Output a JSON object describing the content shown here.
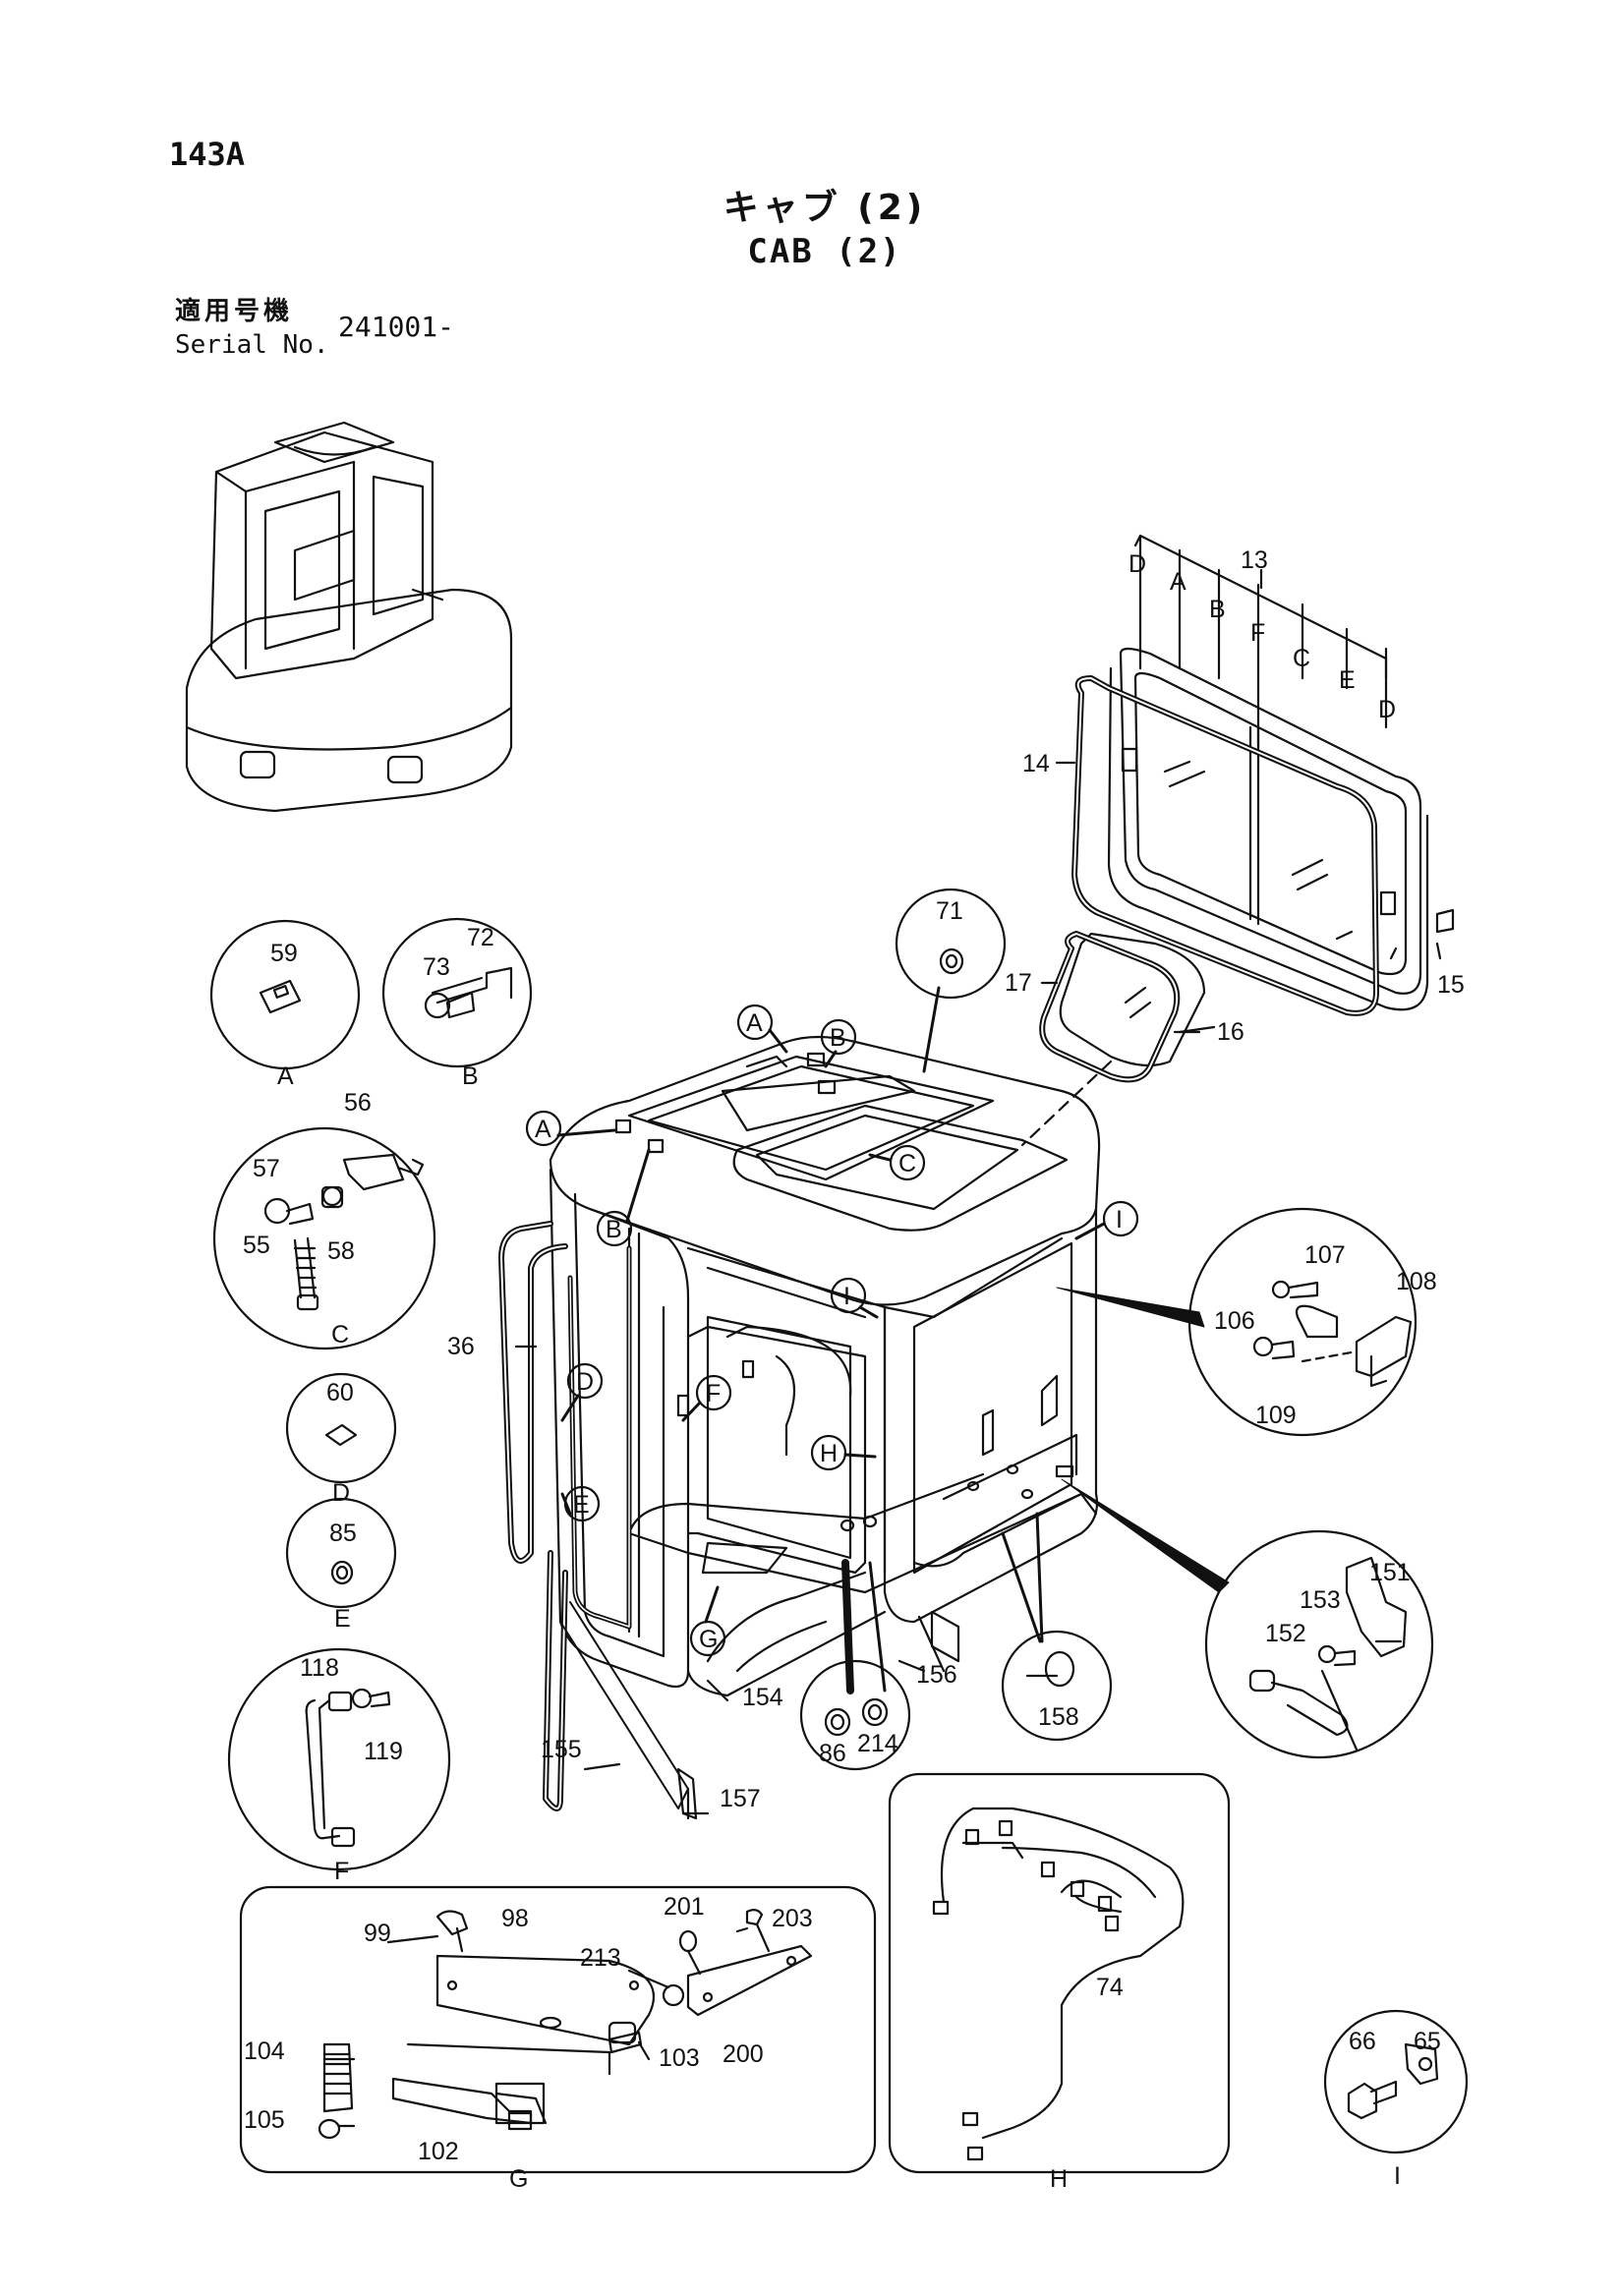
{
  "header": {
    "page_number": "143A",
    "title_jp": "キャブ (2)",
    "title_en": "CAB (2)",
    "serial_label_jp": "適用号機",
    "serial_label_en": "Serial No.",
    "serial_value": "241001-"
  },
  "callout_groups": {
    "A": {
      "letter": "A",
      "parts": [
        "59"
      ]
    },
    "B": {
      "letter": "B",
      "parts": [
        "73",
        "72"
      ]
    },
    "C": {
      "letter": "C",
      "parts": [
        "56",
        "57",
        "55",
        "58"
      ]
    },
    "D": {
      "letter": "D",
      "parts": [
        "60"
      ]
    },
    "E": {
      "letter": "E",
      "parts": [
        "85"
      ]
    },
    "F": {
      "letter": "F",
      "parts": [
        "118",
        "119"
      ]
    },
    "G": {
      "letter": "G",
      "parts": [
        "99",
        "98",
        "201",
        "203",
        "213",
        "200",
        "103",
        "104",
        "105",
        "102"
      ]
    },
    "H": {
      "letter": "H",
      "parts": [
        "74"
      ]
    },
    "I": {
      "letter": "I",
      "parts": [
        "66",
        "65"
      ]
    },
    "hinge": {
      "parts": [
        "107",
        "108",
        "106",
        "109"
      ]
    },
    "latch": {
      "parts": [
        "151",
        "153",
        "152"
      ]
    },
    "top_seal": {
      "parts": [
        "71"
      ]
    },
    "floor_nuts": {
      "parts": [
        "86",
        "214"
      ]
    },
    "grommet": {
      "parts": [
        "158"
      ]
    }
  },
  "main_labels": {
    "window_assembly": "13",
    "window_seal": "14",
    "clip": "15",
    "roof_glass": "16",
    "roof_seal": "17",
    "door_seal": "36",
    "cover": "154",
    "weather_strip": "155",
    "strip": "156",
    "tape": "157"
  },
  "window_letters": [
    "D",
    "A",
    "B",
    "F",
    "C",
    "E",
    "D"
  ],
  "cab_markers": [
    "A",
    "B",
    "A",
    "B",
    "C",
    "I",
    "I",
    "D",
    "F",
    "H",
    "E",
    "G"
  ]
}
